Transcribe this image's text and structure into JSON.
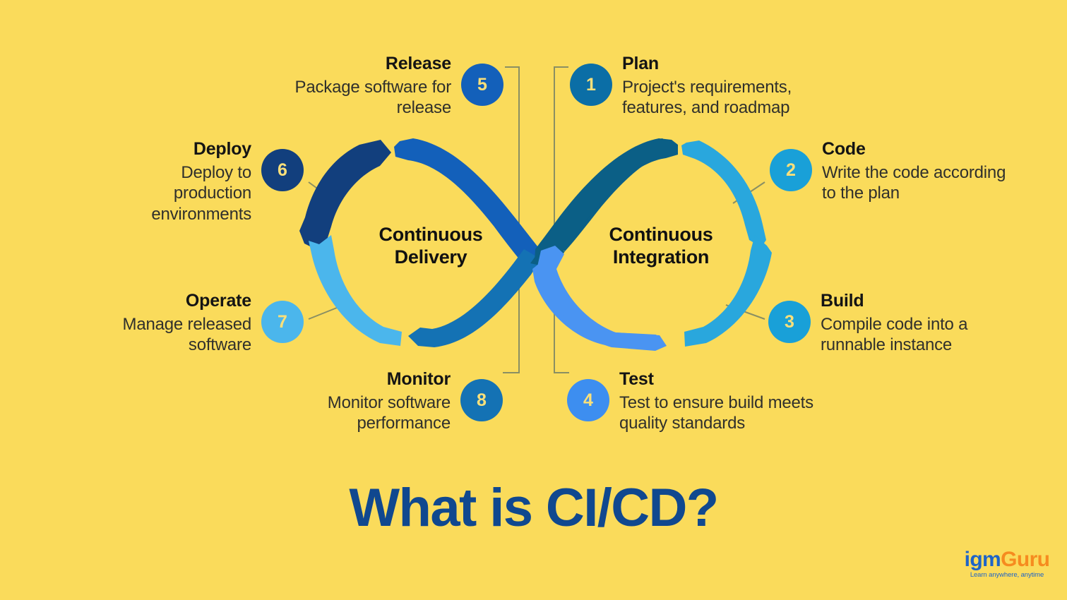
{
  "background_color": "#fadb5b",
  "headline": "What is CI/CD?",
  "headline_color": "#10488f",
  "loops": {
    "left": {
      "caption": "Continuous\nDelivery"
    },
    "right": {
      "caption": "Continuous\nIntegration"
    }
  },
  "steps": [
    {
      "number": "1",
      "title": "Plan",
      "desc": "Project's requirements,\nfeatures, and roadmap",
      "color": "#0b6ea6",
      "side": "right",
      "loop": "Continuous Integration"
    },
    {
      "number": "2",
      "title": "Code",
      "desc": "Write the code according\nto the plan",
      "color": "#19a0d8",
      "side": "right",
      "loop": "Continuous Integration"
    },
    {
      "number": "3",
      "title": "Build",
      "desc": "Compile code into a\nrunnable instance",
      "color": "#19a0d8",
      "side": "right",
      "loop": "Continuous Integration"
    },
    {
      "number": "4",
      "title": "Test",
      "desc": "Test to ensure build meets\nquality standards",
      "color": "#3d8ef0",
      "side": "right",
      "loop": "Continuous Integration"
    },
    {
      "number": "5",
      "title": "Release",
      "desc": "Package software for\nrelease",
      "color": "#1360ba",
      "side": "left",
      "loop": "Continuous Delivery"
    },
    {
      "number": "6",
      "title": "Deploy",
      "desc": "Deploy to production\nenvironments",
      "color": "#123f7d",
      "side": "left",
      "loop": "Continuous Delivery"
    },
    {
      "number": "7",
      "title": "Operate",
      "desc": "Manage released software",
      "color": "#4bb6ec",
      "side": "left",
      "loop": "Continuous Delivery"
    },
    {
      "number": "8",
      "title": "Monitor",
      "desc": "Monitor software\nperformance",
      "color": "#1472b4",
      "side": "left",
      "loop": "Continuous Delivery"
    }
  ],
  "arc_colors": {
    "deploy": "#123f7d",
    "release": "#1360ba",
    "monitor": "#1472b4",
    "operate": "#4bb6ec",
    "plan": "#0b5f86",
    "code": "#29a7dd",
    "build": "#29a7dd",
    "test": "#4a94f2"
  },
  "connector_color": "#8a8f63",
  "logo": {
    "name_part1": "igm",
    "name_part2": "Guru",
    "tagline": "Learn anywhere, anytime",
    "color1": "#1e64c8",
    "color2": "#f68b1f"
  }
}
